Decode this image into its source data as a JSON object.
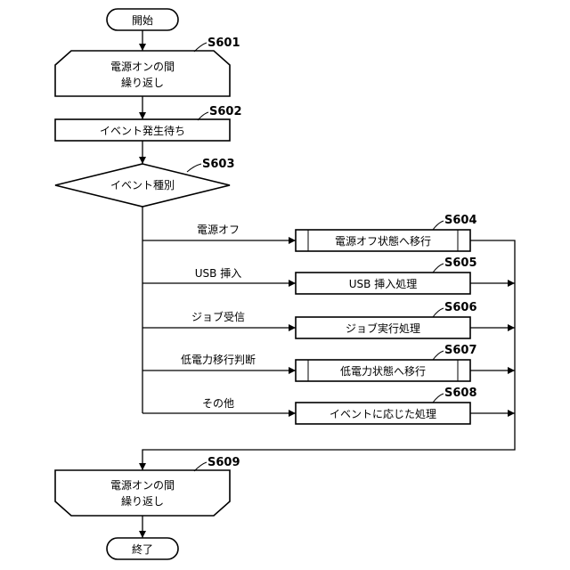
{
  "start": {
    "label": "開始"
  },
  "end": {
    "label": "終了"
  },
  "loop_start": {
    "step": "S601",
    "line1": "電源オンの間",
    "line2": "繰り返し"
  },
  "wait": {
    "step": "S602",
    "label": "イベント発生待ち"
  },
  "decision": {
    "step": "S603",
    "label": "イベント種別"
  },
  "branches": [
    {
      "condition": "電源オフ",
      "step": "S604",
      "label": "電源オフ状態へ移行"
    },
    {
      "condition": "USB 挿入",
      "step": "S605",
      "label": "USB 挿入処理"
    },
    {
      "condition": "ジョブ受信",
      "step": "S606",
      "label": "ジョブ実行処理"
    },
    {
      "condition": "低電力移行判断",
      "step": "S607",
      "label": "低電力状態へ移行"
    },
    {
      "condition": "その他",
      "step": "S608",
      "label": "イベントに応じた処理"
    }
  ],
  "loop_end": {
    "step": "S609",
    "line1": "電源オンの間",
    "line2": "繰り返し"
  }
}
